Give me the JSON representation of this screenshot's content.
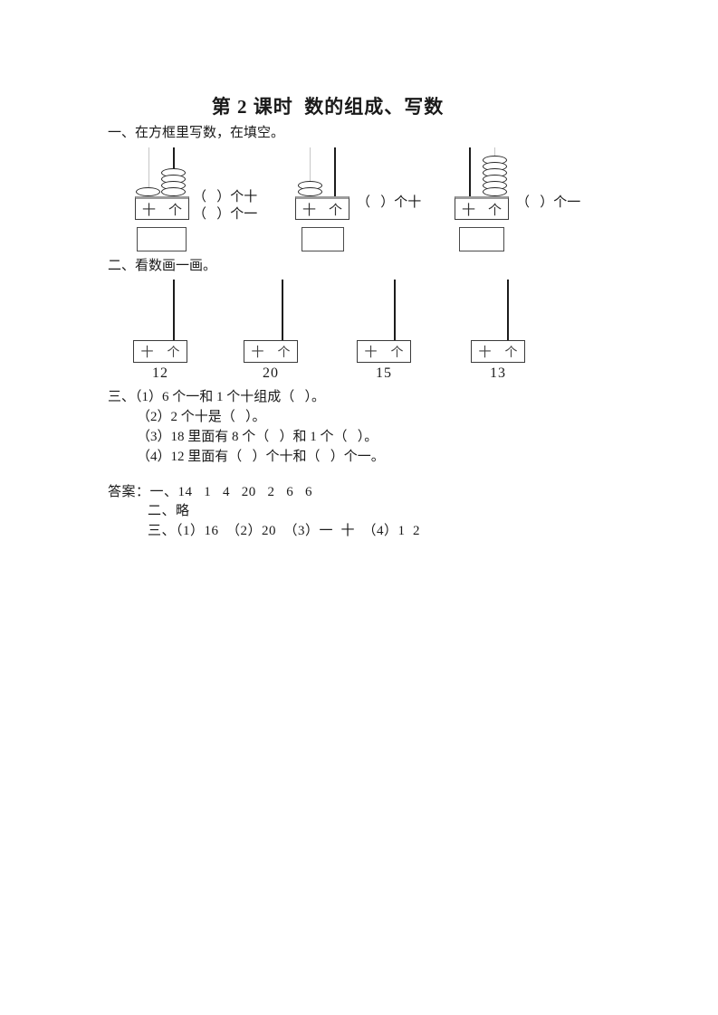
{
  "title": "第 2 课时  数的组成、写数",
  "columns": {
    "tens": "十",
    "ones": "个"
  },
  "section1": {
    "heading": "一、在方框里写数，在填空。",
    "abacuses": [
      {
        "tens_beads": 1,
        "ones_beads": 4,
        "label_tens": "（   ）个十",
        "label_ones": "（   ）个一"
      },
      {
        "tens_beads": 2,
        "ones_beads": 0,
        "label_tens": "（   ）个十"
      },
      {
        "tens_beads": 0,
        "ones_beads": 6,
        "label_ones": "（   ）个一"
      }
    ]
  },
  "section2": {
    "heading": "二、看数画一画。",
    "frames": [
      {
        "number": "12"
      },
      {
        "number": "20"
      },
      {
        "number": "15"
      },
      {
        "number": "13"
      }
    ]
  },
  "section3": {
    "items": [
      "三、（1）6 个一和 1 个十组成（   ）。",
      "（2）2 个十是（   ）。",
      "（3）18 里面有 8 个（   ）和 1 个（   ）。",
      "（4）12 里面有（   ）个十和（   ）个一。"
    ]
  },
  "answers": {
    "label": "答案：",
    "line1": "一、14   1   4   20   2   6   6",
    "line2": "二、略",
    "line3": "三、（1）16  （2）20  （3）一  十  （4）1  2"
  }
}
